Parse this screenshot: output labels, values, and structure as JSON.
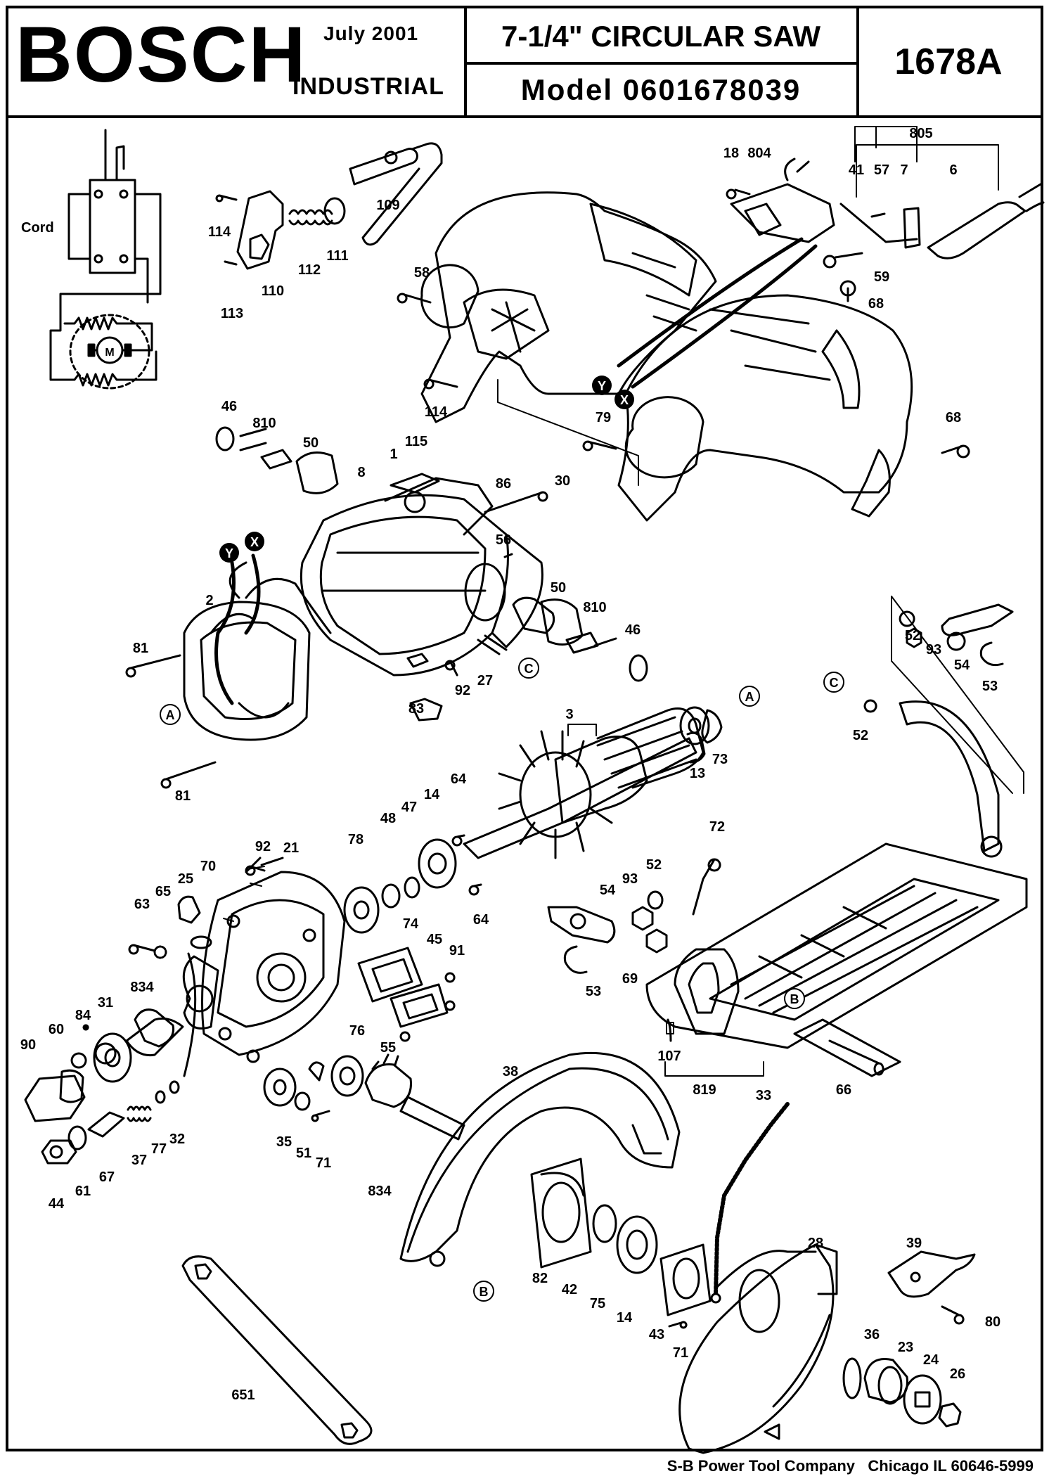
{
  "header": {
    "brand": "BOSCH",
    "date": "July  2001",
    "division": "INDUSTRIAL",
    "title": "7-1/4\" CIRCULAR SAW",
    "model": "Model  0601678039",
    "part_number": "1678A"
  },
  "footer": {
    "text": "S-B Power Tool Company   Chicago IL 60646-5999"
  },
  "wiring": {
    "cord_label": "Cord",
    "motor_label": "M"
  },
  "callout_labels": [
    {
      "id": "18",
      "text": "18"
    },
    {
      "id": "804",
      "text": "804"
    },
    {
      "id": "805",
      "text": "805"
    },
    {
      "id": "41",
      "text": "41"
    },
    {
      "id": "57",
      "text": "57"
    },
    {
      "id": "7",
      "text": "7"
    },
    {
      "id": "6",
      "text": "6"
    },
    {
      "id": "59",
      "text": "59"
    },
    {
      "id": "68a",
      "text": "68"
    },
    {
      "id": "58",
      "text": "58"
    },
    {
      "id": "114a",
      "text": "114"
    },
    {
      "id": "114b",
      "text": "114"
    },
    {
      "id": "112",
      "text": "112"
    },
    {
      "id": "111",
      "text": "111"
    },
    {
      "id": "109",
      "text": "109"
    },
    {
      "id": "110",
      "text": "110"
    },
    {
      "id": "113",
      "text": "113"
    },
    {
      "id": "79",
      "text": "79"
    },
    {
      "id": "30",
      "text": "30"
    },
    {
      "id": "68b",
      "text": "68"
    },
    {
      "id": "46a",
      "text": "46"
    },
    {
      "id": "810a",
      "text": "810"
    },
    {
      "id": "50a",
      "text": "50"
    },
    {
      "id": "1",
      "text": "1"
    },
    {
      "id": "115",
      "text": "115"
    },
    {
      "id": "8",
      "text": "8"
    },
    {
      "id": "86",
      "text": "86"
    },
    {
      "id": "56",
      "text": "56"
    },
    {
      "id": "2",
      "text": "2"
    },
    {
      "id": "81a",
      "text": "81"
    },
    {
      "id": "81b",
      "text": "81"
    },
    {
      "id": "83",
      "text": "83"
    },
    {
      "id": "92a",
      "text": "92"
    },
    {
      "id": "27",
      "text": "27"
    },
    {
      "id": "50b",
      "text": "50"
    },
    {
      "id": "810b",
      "text": "810"
    },
    {
      "id": "46b",
      "text": "46"
    },
    {
      "id": "52a",
      "text": "52"
    },
    {
      "id": "93a",
      "text": "93"
    },
    {
      "id": "54a",
      "text": "54"
    },
    {
      "id": "53a",
      "text": "53"
    },
    {
      "id": "52b",
      "text": "52"
    },
    {
      "id": "3",
      "text": "3"
    },
    {
      "id": "13",
      "text": "13"
    },
    {
      "id": "73",
      "text": "73"
    },
    {
      "id": "64a",
      "text": "64"
    },
    {
      "id": "14a",
      "text": "14"
    },
    {
      "id": "47",
      "text": "47"
    },
    {
      "id": "48",
      "text": "48"
    },
    {
      "id": "78",
      "text": "78"
    },
    {
      "id": "64b",
      "text": "64"
    },
    {
      "id": "92b",
      "text": "92"
    },
    {
      "id": "21",
      "text": "21"
    },
    {
      "id": "70",
      "text": "70"
    },
    {
      "id": "25",
      "text": "25"
    },
    {
      "id": "65",
      "text": "65"
    },
    {
      "id": "63",
      "text": "63"
    },
    {
      "id": "74",
      "text": "74"
    },
    {
      "id": "45",
      "text": "45"
    },
    {
      "id": "91",
      "text": "91"
    },
    {
      "id": "72",
      "text": "72"
    },
    {
      "id": "52c",
      "text": "52"
    },
    {
      "id": "93b",
      "text": "93"
    },
    {
      "id": "54b",
      "text": "54"
    },
    {
      "id": "53b",
      "text": "53"
    },
    {
      "id": "69",
      "text": "69"
    },
    {
      "id": "834a",
      "text": "834"
    },
    {
      "id": "84",
      "text": "84"
    },
    {
      "id": "31",
      "text": "31"
    },
    {
      "id": "60",
      "text": "60"
    },
    {
      "id": "90",
      "text": "90"
    },
    {
      "id": "76",
      "text": "76"
    },
    {
      "id": "55",
      "text": "55"
    },
    {
      "id": "107",
      "text": "107"
    },
    {
      "id": "819",
      "text": "819"
    },
    {
      "id": "66",
      "text": "66"
    },
    {
      "id": "38",
      "text": "38"
    },
    {
      "id": "32",
      "text": "32"
    },
    {
      "id": "77",
      "text": "77"
    },
    {
      "id": "37",
      "text": "37"
    },
    {
      "id": "67",
      "text": "67"
    },
    {
      "id": "61",
      "text": "61"
    },
    {
      "id": "44",
      "text": "44"
    },
    {
      "id": "35",
      "text": "35"
    },
    {
      "id": "51",
      "text": "51"
    },
    {
      "id": "71a",
      "text": "71"
    },
    {
      "id": "834b",
      "text": "834"
    },
    {
      "id": "33",
      "text": "33"
    },
    {
      "id": "28",
      "text": "28"
    },
    {
      "id": "39",
      "text": "39"
    },
    {
      "id": "82",
      "text": "82"
    },
    {
      "id": "42",
      "text": "42"
    },
    {
      "id": "75",
      "text": "75"
    },
    {
      "id": "14b",
      "text": "14"
    },
    {
      "id": "43",
      "text": "43"
    },
    {
      "id": "71b",
      "text": "71"
    },
    {
      "id": "80",
      "text": "80"
    },
    {
      "id": "36",
      "text": "36"
    },
    {
      "id": "23",
      "text": "23"
    },
    {
      "id": "24",
      "text": "24"
    },
    {
      "id": "26",
      "text": "26"
    },
    {
      "id": "651",
      "text": "651"
    }
  ],
  "connector_markers": [
    {
      "id": "Y1",
      "text": "Y",
      "style": "filled"
    },
    {
      "id": "X1",
      "text": "X",
      "style": "filled"
    },
    {
      "id": "Y2",
      "text": "Y",
      "style": "filled"
    },
    {
      "id": "X2",
      "text": "X",
      "style": "filled"
    },
    {
      "id": "A1",
      "text": "A",
      "style": "outline"
    },
    {
      "id": "A2",
      "text": "A",
      "style": "outline"
    },
    {
      "id": "C1",
      "text": "C",
      "style": "outline"
    },
    {
      "id": "C2",
      "text": "C",
      "style": "outline"
    },
    {
      "id": "B1",
      "text": "B",
      "style": "outline"
    },
    {
      "id": "B2",
      "text": "B",
      "style": "outline"
    }
  ]
}
